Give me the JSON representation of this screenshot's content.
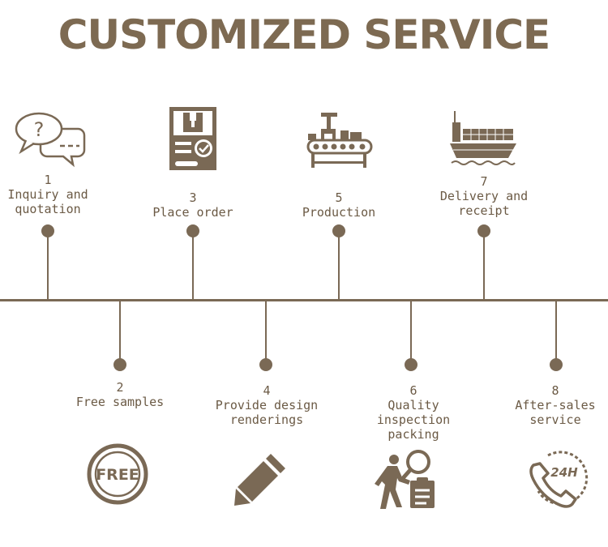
{
  "title": "CUSTOMIZED SERVICE",
  "colors": {
    "brown": "#7a6955",
    "text": "#6b5a45"
  },
  "steps": [
    {
      "num": "1",
      "lines": [
        "Inquiry and",
        "quotation"
      ],
      "icon": "speech-bubbles-question-icon"
    },
    {
      "num": "2",
      "lines": [
        "Free samples"
      ],
      "icon": "free-badge-icon",
      "badge": "FREE"
    },
    {
      "num": "3",
      "lines": [
        "Place order"
      ],
      "icon": "order-document-icon"
    },
    {
      "num": "4",
      "lines": [
        "Provide design",
        "renderings"
      ],
      "icon": "pencil-icon"
    },
    {
      "num": "5",
      "lines": [
        "Production"
      ],
      "icon": "factory-conveyor-icon"
    },
    {
      "num": "6",
      "lines": [
        "Quality",
        "inspection",
        "packing"
      ],
      "icon": "inspector-magnifier-icon"
    },
    {
      "num": "7",
      "lines": [
        "Delivery and",
        "receipt"
      ],
      "icon": "cargo-ship-icon"
    },
    {
      "num": "8",
      "lines": [
        "After-sales",
        "service"
      ],
      "icon": "phone-24h-icon",
      "badge": "24H"
    }
  ]
}
